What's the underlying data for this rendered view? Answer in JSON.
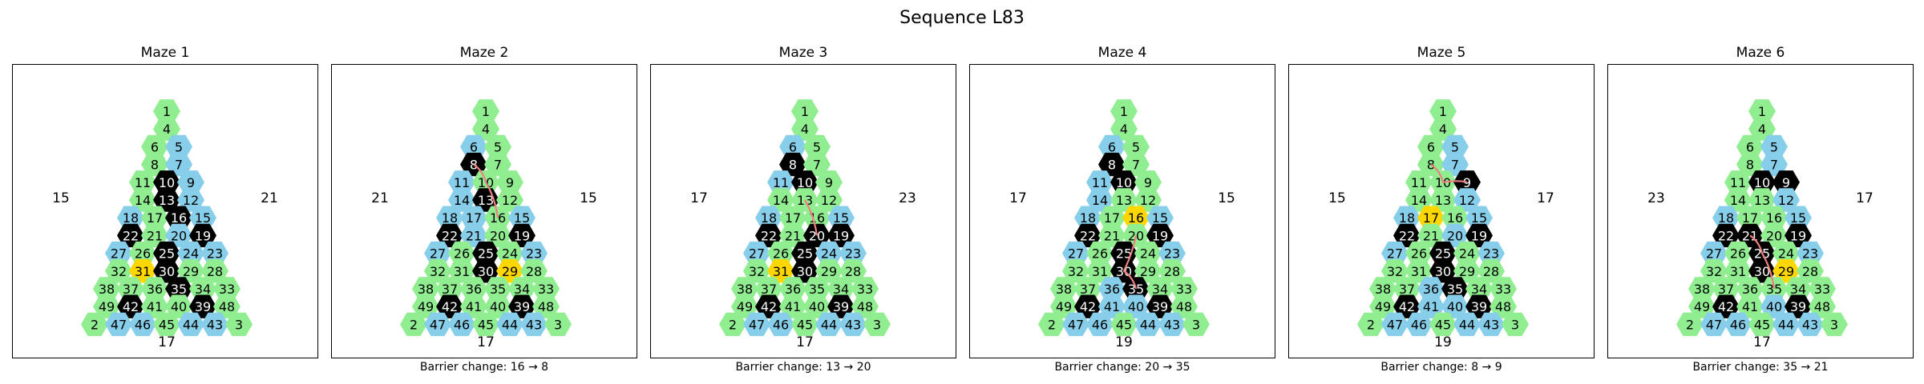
{
  "title": "Sequence L83",
  "colors": {
    "open": "#90EE90",
    "alt": "#87CEEB",
    "wall": "#000000",
    "goal": "#FFD700",
    "path": "#F08080"
  },
  "mazes": [
    {
      "title": "Maze 1",
      "left": "15",
      "right": "21",
      "bottom": "17",
      "caption": "",
      "goal": "31",
      "path": []
    },
    {
      "title": "Maze 2",
      "left": "21",
      "right": "15",
      "bottom": "17",
      "caption": "Barrier change: 16 → 8",
      "goal": "29",
      "path": [
        "8",
        "10",
        "16"
      ]
    },
    {
      "title": "Maze 3",
      "left": "17",
      "right": "23",
      "bottom": "17",
      "caption": "Barrier change: 13 → 20",
      "goal": "31",
      "path": [
        "13",
        "20"
      ]
    },
    {
      "title": "Maze 4",
      "left": "17",
      "right": "15",
      "bottom": "19",
      "caption": "Barrier change: 20 → 35",
      "goal": "16",
      "path": [
        "20",
        "30",
        "35"
      ]
    },
    {
      "title": "Maze 5",
      "left": "15",
      "right": "17",
      "bottom": "19",
      "caption": "Barrier change: 8 → 9",
      "goal": "17",
      "path": [
        "8",
        "10",
        "9"
      ]
    },
    {
      "title": "Maze 6",
      "left": "23",
      "right": "17",
      "bottom": "17",
      "caption": "Barrier change: 35 → 21",
      "goal": "29",
      "path": [
        "21",
        "25",
        "35"
      ]
    }
  ],
  "grids": [
    [
      [
        [
          "1",
          "g"
        ]
      ],
      [
        [
          "4",
          "g"
        ]
      ],
      [
        [
          "6",
          "g"
        ],
        [
          "5",
          "b"
        ]
      ],
      [
        [
          "8",
          "g"
        ],
        [
          "7",
          "b"
        ]
      ],
      [
        [
          "11",
          "g"
        ],
        [
          "10",
          "k"
        ],
        [
          "9",
          "b"
        ]
      ],
      [
        [
          "14",
          "g"
        ],
        [
          "13",
          "k"
        ],
        [
          "12",
          "b"
        ]
      ],
      [
        [
          "18",
          "b"
        ],
        [
          "17",
          "g"
        ],
        [
          "16",
          "k"
        ],
        [
          "15",
          "b"
        ]
      ],
      [
        [
          "22",
          "k"
        ],
        [
          "21",
          "g"
        ],
        [
          "20",
          "b"
        ],
        [
          "19",
          "k"
        ]
      ],
      [
        [
          "27",
          "b"
        ],
        [
          "26",
          "g"
        ],
        [
          "25",
          "k"
        ],
        [
          "24",
          "b"
        ],
        [
          "23",
          "b"
        ]
      ],
      [
        [
          "32",
          "g"
        ],
        [
          "31",
          "y"
        ],
        [
          "30",
          "k"
        ],
        [
          "29",
          "g"
        ],
        [
          "28",
          "g"
        ]
      ],
      [
        [
          "38",
          "g"
        ],
        [
          "37",
          "g"
        ],
        [
          "36",
          "g"
        ],
        [
          "35",
          "k"
        ],
        [
          "34",
          "g"
        ],
        [
          "33",
          "g"
        ]
      ],
      [
        [
          "49",
          "g"
        ],
        [
          "42",
          "k"
        ],
        [
          "41",
          "g"
        ],
        [
          "40",
          "g"
        ],
        [
          "39",
          "k"
        ],
        [
          "48",
          "g"
        ]
      ],
      [
        [
          "2",
          "g"
        ],
        [
          "47",
          "b"
        ],
        [
          "46",
          "b"
        ],
        [
          "45",
          "g"
        ],
        [
          "44",
          "b"
        ],
        [
          "43",
          "b"
        ],
        [
          "3",
          "g"
        ]
      ]
    ],
    [
      [
        [
          "1",
          "g"
        ]
      ],
      [
        [
          "4",
          "g"
        ]
      ],
      [
        [
          "6",
          "b"
        ],
        [
          "5",
          "g"
        ]
      ],
      [
        [
          "8",
          "k"
        ],
        [
          "7",
          "g"
        ]
      ],
      [
        [
          "11",
          "b"
        ],
        [
          "10",
          "g"
        ],
        [
          "9",
          "g"
        ]
      ],
      [
        [
          "14",
          "b"
        ],
        [
          "13",
          "k"
        ],
        [
          "12",
          "g"
        ]
      ],
      [
        [
          "18",
          "b"
        ],
        [
          "17",
          "b"
        ],
        [
          "16",
          "g"
        ],
        [
          "15",
          "b"
        ]
      ],
      [
        [
          "22",
          "k"
        ],
        [
          "21",
          "b"
        ],
        [
          "20",
          "g"
        ],
        [
          "19",
          "k"
        ]
      ],
      [
        [
          "27",
          "b"
        ],
        [
          "26",
          "g"
        ],
        [
          "25",
          "k"
        ],
        [
          "24",
          "g"
        ],
        [
          "23",
          "b"
        ]
      ],
      [
        [
          "32",
          "g"
        ],
        [
          "31",
          "g"
        ],
        [
          "30",
          "k"
        ],
        [
          "29",
          "y"
        ],
        [
          "28",
          "g"
        ]
      ],
      [
        [
          "38",
          "g"
        ],
        [
          "37",
          "g"
        ],
        [
          "36",
          "g"
        ],
        [
          "35",
          "g"
        ],
        [
          "34",
          "g"
        ],
        [
          "33",
          "g"
        ]
      ],
      [
        [
          "49",
          "g"
        ],
        [
          "42",
          "k"
        ],
        [
          "41",
          "g"
        ],
        [
          "40",
          "g"
        ],
        [
          "39",
          "k"
        ],
        [
          "48",
          "g"
        ]
      ],
      [
        [
          "2",
          "g"
        ],
        [
          "47",
          "b"
        ],
        [
          "46",
          "b"
        ],
        [
          "45",
          "g"
        ],
        [
          "44",
          "b"
        ],
        [
          "43",
          "b"
        ],
        [
          "3",
          "g"
        ]
      ]
    ],
    [
      [
        [
          "1",
          "g"
        ]
      ],
      [
        [
          "4",
          "g"
        ]
      ],
      [
        [
          "6",
          "b"
        ],
        [
          "5",
          "g"
        ]
      ],
      [
        [
          "8",
          "k"
        ],
        [
          "7",
          "g"
        ]
      ],
      [
        [
          "11",
          "b"
        ],
        [
          "10",
          "k"
        ],
        [
          "9",
          "g"
        ]
      ],
      [
        [
          "14",
          "g"
        ],
        [
          "13",
          "g"
        ],
        [
          "12",
          "g"
        ]
      ],
      [
        [
          "18",
          "b"
        ],
        [
          "17",
          "g"
        ],
        [
          "16",
          "g"
        ],
        [
          "15",
          "b"
        ]
      ],
      [
        [
          "22",
          "k"
        ],
        [
          "21",
          "g"
        ],
        [
          "20",
          "k"
        ],
        [
          "19",
          "k"
        ]
      ],
      [
        [
          "27",
          "b"
        ],
        [
          "26",
          "g"
        ],
        [
          "25",
          "k"
        ],
        [
          "24",
          "b"
        ],
        [
          "23",
          "b"
        ]
      ],
      [
        [
          "32",
          "g"
        ],
        [
          "31",
          "y"
        ],
        [
          "30",
          "k"
        ],
        [
          "29",
          "g"
        ],
        [
          "28",
          "g"
        ]
      ],
      [
        [
          "38",
          "g"
        ],
        [
          "37",
          "g"
        ],
        [
          "36",
          "g"
        ],
        [
          "35",
          "g"
        ],
        [
          "34",
          "g"
        ],
        [
          "33",
          "g"
        ]
      ],
      [
        [
          "49",
          "g"
        ],
        [
          "42",
          "k"
        ],
        [
          "41",
          "g"
        ],
        [
          "40",
          "g"
        ],
        [
          "39",
          "k"
        ],
        [
          "48",
          "g"
        ]
      ],
      [
        [
          "2",
          "g"
        ],
        [
          "47",
          "b"
        ],
        [
          "46",
          "b"
        ],
        [
          "45",
          "g"
        ],
        [
          "44",
          "b"
        ],
        [
          "43",
          "b"
        ],
        [
          "3",
          "g"
        ]
      ]
    ],
    [
      [
        [
          "1",
          "g"
        ]
      ],
      [
        [
          "4",
          "g"
        ]
      ],
      [
        [
          "6",
          "b"
        ],
        [
          "5",
          "g"
        ]
      ],
      [
        [
          "8",
          "k"
        ],
        [
          "7",
          "g"
        ]
      ],
      [
        [
          "11",
          "b"
        ],
        [
          "10",
          "k"
        ],
        [
          "9",
          "g"
        ]
      ],
      [
        [
          "14",
          "b"
        ],
        [
          "13",
          "g"
        ],
        [
          "12",
          "g"
        ]
      ],
      [
        [
          "18",
          "b"
        ],
        [
          "17",
          "g"
        ],
        [
          "16",
          "y"
        ],
        [
          "15",
          "b"
        ]
      ],
      [
        [
          "22",
          "k"
        ],
        [
          "21",
          "g"
        ],
        [
          "20",
          "g"
        ],
        [
          "19",
          "k"
        ]
      ],
      [
        [
          "27",
          "b"
        ],
        [
          "26",
          "g"
        ],
        [
          "25",
          "k"
        ],
        [
          "24",
          "g"
        ],
        [
          "23",
          "b"
        ]
      ],
      [
        [
          "32",
          "g"
        ],
        [
          "31",
          "g"
        ],
        [
          "30",
          "k"
        ],
        [
          "29",
          "g"
        ],
        [
          "28",
          "g"
        ]
      ],
      [
        [
          "38",
          "g"
        ],
        [
          "37",
          "g"
        ],
        [
          "36",
          "b"
        ],
        [
          "35",
          "k"
        ],
        [
          "34",
          "g"
        ],
        [
          "33",
          "g"
        ]
      ],
      [
        [
          "49",
          "g"
        ],
        [
          "42",
          "k"
        ],
        [
          "41",
          "b"
        ],
        [
          "40",
          "b"
        ],
        [
          "39",
          "k"
        ],
        [
          "48",
          "g"
        ]
      ],
      [
        [
          "2",
          "g"
        ],
        [
          "47",
          "b"
        ],
        [
          "46",
          "b"
        ],
        [
          "45",
          "g"
        ],
        [
          "44",
          "b"
        ],
        [
          "43",
          "b"
        ],
        [
          "3",
          "g"
        ]
      ]
    ],
    [
      [
        [
          "1",
          "g"
        ]
      ],
      [
        [
          "4",
          "g"
        ]
      ],
      [
        [
          "6",
          "g"
        ],
        [
          "5",
          "b"
        ]
      ],
      [
        [
          "8",
          "g"
        ],
        [
          "7",
          "b"
        ]
      ],
      [
        [
          "11",
          "g"
        ],
        [
          "10",
          "g"
        ],
        [
          "9",
          "k"
        ]
      ],
      [
        [
          "14",
          "g"
        ],
        [
          "13",
          "g"
        ],
        [
          "12",
          "b"
        ]
      ],
      [
        [
          "18",
          "b"
        ],
        [
          "17",
          "y"
        ],
        [
          "16",
          "g"
        ],
        [
          "15",
          "b"
        ]
      ],
      [
        [
          "22",
          "k"
        ],
        [
          "21",
          "g"
        ],
        [
          "20",
          "b"
        ],
        [
          "19",
          "k"
        ]
      ],
      [
        [
          "27",
          "b"
        ],
        [
          "26",
          "g"
        ],
        [
          "25",
          "k"
        ],
        [
          "24",
          "g"
        ],
        [
          "23",
          "b"
        ]
      ],
      [
        [
          "32",
          "g"
        ],
        [
          "31",
          "g"
        ],
        [
          "30",
          "k"
        ],
        [
          "29",
          "g"
        ],
        [
          "28",
          "g"
        ]
      ],
      [
        [
          "38",
          "g"
        ],
        [
          "37",
          "g"
        ],
        [
          "36",
          "b"
        ],
        [
          "35",
          "k"
        ],
        [
          "34",
          "g"
        ],
        [
          "33",
          "g"
        ]
      ],
      [
        [
          "49",
          "g"
        ],
        [
          "42",
          "k"
        ],
        [
          "41",
          "b"
        ],
        [
          "40",
          "b"
        ],
        [
          "39",
          "k"
        ],
        [
          "48",
          "g"
        ]
      ],
      [
        [
          "2",
          "g"
        ],
        [
          "47",
          "b"
        ],
        [
          "46",
          "b"
        ],
        [
          "45",
          "g"
        ],
        [
          "44",
          "b"
        ],
        [
          "43",
          "b"
        ],
        [
          "3",
          "g"
        ]
      ]
    ],
    [
      [
        [
          "1",
          "g"
        ]
      ],
      [
        [
          "4",
          "g"
        ]
      ],
      [
        [
          "6",
          "g"
        ],
        [
          "5",
          "b"
        ]
      ],
      [
        [
          "8",
          "g"
        ],
        [
          "7",
          "b"
        ]
      ],
      [
        [
          "11",
          "g"
        ],
        [
          "10",
          "k"
        ],
        [
          "9",
          "k"
        ]
      ],
      [
        [
          "14",
          "g"
        ],
        [
          "13",
          "g"
        ],
        [
          "12",
          "b"
        ]
      ],
      [
        [
          "18",
          "b"
        ],
        [
          "17",
          "g"
        ],
        [
          "16",
          "g"
        ],
        [
          "15",
          "b"
        ]
      ],
      [
        [
          "22",
          "k"
        ],
        [
          "21",
          "k"
        ],
        [
          "20",
          "g"
        ],
        [
          "19",
          "k"
        ]
      ],
      [
        [
          "27",
          "b"
        ],
        [
          "26",
          "g"
        ],
        [
          "25",
          "k"
        ],
        [
          "24",
          "g"
        ],
        [
          "23",
          "b"
        ]
      ],
      [
        [
          "32",
          "g"
        ],
        [
          "31",
          "g"
        ],
        [
          "30",
          "k"
        ],
        [
          "29",
          "y"
        ],
        [
          "28",
          "g"
        ]
      ],
      [
        [
          "38",
          "g"
        ],
        [
          "37",
          "g"
        ],
        [
          "36",
          "g"
        ],
        [
          "35",
          "g"
        ],
        [
          "34",
          "g"
        ],
        [
          "33",
          "g"
        ]
      ],
      [
        [
          "49",
          "g"
        ],
        [
          "42",
          "k"
        ],
        [
          "41",
          "g"
        ],
        [
          "40",
          "b"
        ],
        [
          "39",
          "k"
        ],
        [
          "48",
          "g"
        ]
      ],
      [
        [
          "2",
          "g"
        ],
        [
          "47",
          "b"
        ],
        [
          "46",
          "b"
        ],
        [
          "45",
          "g"
        ],
        [
          "44",
          "b"
        ],
        [
          "43",
          "b"
        ],
        [
          "3",
          "g"
        ]
      ]
    ]
  ]
}
